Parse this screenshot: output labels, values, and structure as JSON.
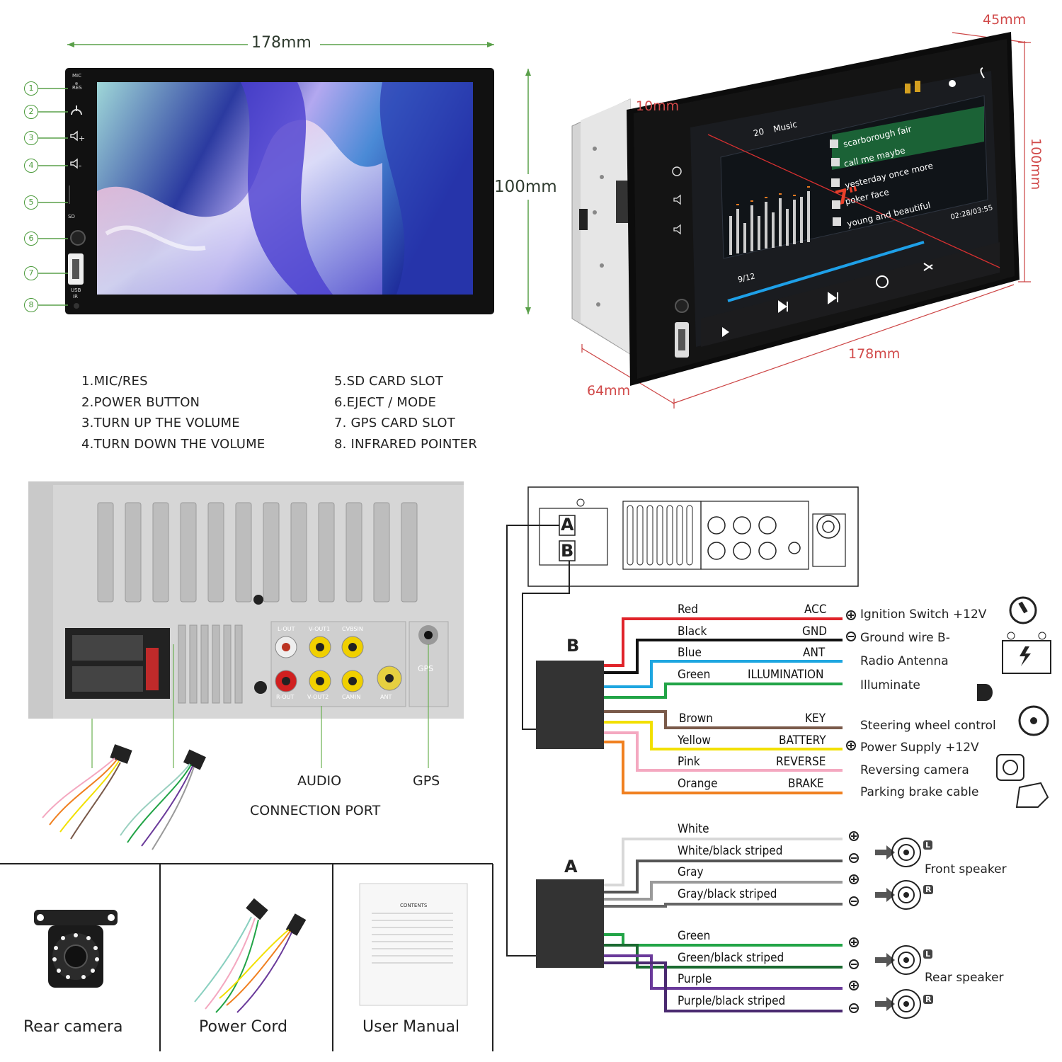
{
  "front_view": {
    "width_label": "178mm",
    "height_label": "100mm",
    "side_labels": {
      "mic": "MIC",
      "res": "RES",
      "sd": "SD",
      "usb": "USB",
      "ir": "IR"
    },
    "callouts": [
      "1",
      "2",
      "3",
      "4",
      "5",
      "6",
      "7",
      "8"
    ]
  },
  "angle_view": {
    "depth_label": "45mm",
    "bezel_label": "10mm",
    "height_label": "100mm",
    "width_label": "178mm",
    "body_depth_label": "64mm",
    "screen_size": "7\"",
    "screen": {
      "volume": "20",
      "source": "Music",
      "tracks": [
        "scarborough fair",
        "call me maybe",
        "yesterday once more",
        "poker face",
        "young and beautiful"
      ],
      "time": "02:28/03:55",
      "track_index": "9/12"
    }
  },
  "legend": {
    "left": [
      "1.MIC/RES",
      "2.POWER BUTTON",
      "3.TURN UP THE VOLUME",
      "4.TURN DOWN THE VOLUME"
    ],
    "right": [
      "5.SD CARD SLOT",
      "6.EJECT / MODE",
      "7.  GPS CARD SLOT",
      "8.  INFRARED POINTER"
    ]
  },
  "rear_view": {
    "port_labels": [
      "L-OUT",
      "V-OUT1",
      "CVBSIN",
      "R-OUT",
      "V-OUT2",
      "CAMIN",
      "ANT",
      "GPS"
    ],
    "audio_label": "AUDIO",
    "gps_label": "GPS",
    "connection_label": "CONNECTION PORT"
  },
  "package": {
    "items": [
      "Rear camera",
      "Power Cord",
      "User Manual"
    ],
    "manual_title": "CONTENTS"
  },
  "wiring": {
    "connector_a": "A",
    "connector_b": "B",
    "group_b": [
      {
        "color": "Red",
        "signal": "ACC",
        "function": "Ignition Switch +12V",
        "hex": "#e0242a",
        "sign": "+"
      },
      {
        "color": "Black",
        "signal": "GND",
        "function": "Ground wire B-",
        "hex": "#111111",
        "sign": "-"
      },
      {
        "color": "Blue",
        "signal": "ANT",
        "function": "Radio Antenna",
        "hex": "#1ea6e0",
        "sign": ""
      },
      {
        "color": "Green",
        "signal": "ILLUMINATION",
        "function": "Illuminate",
        "hex": "#22a447",
        "sign": ""
      },
      {
        "color": "Brown",
        "signal": "KEY",
        "function": "Steering wheel control",
        "hex": "#7a5a4a",
        "sign": ""
      },
      {
        "color": "Yellow",
        "signal": "BATTERY",
        "function": "Power Supply +12V",
        "hex": "#f2e000",
        "sign": "+"
      },
      {
        "color": "Pink",
        "signal": "REVERSE",
        "function": "Reversing camera",
        "hex": "#f4a8c0",
        "sign": ""
      },
      {
        "color": "Orange",
        "signal": "BRAKE",
        "function": "Parking brake cable",
        "hex": "#f08020",
        "sign": ""
      }
    ],
    "group_a": [
      {
        "color": "White",
        "hex": "#d8d8d8"
      },
      {
        "color": "White/black striped",
        "hex": "#555555"
      },
      {
        "color": "Gray",
        "hex": "#9a9a9a"
      },
      {
        "color": "Gray/black striped",
        "hex": "#666666"
      },
      {
        "color": "Green",
        "hex": "#22a447"
      },
      {
        "color": "Green/black striped",
        "hex": "#1a6a30"
      },
      {
        "color": "Purple",
        "hex": "#6a3a9a"
      },
      {
        "color": "Purple/black striped",
        "hex": "#4a2a70"
      }
    ],
    "speakers": {
      "front": "Front speaker",
      "rear": "Rear speaker",
      "left": "L",
      "right": "R"
    }
  }
}
